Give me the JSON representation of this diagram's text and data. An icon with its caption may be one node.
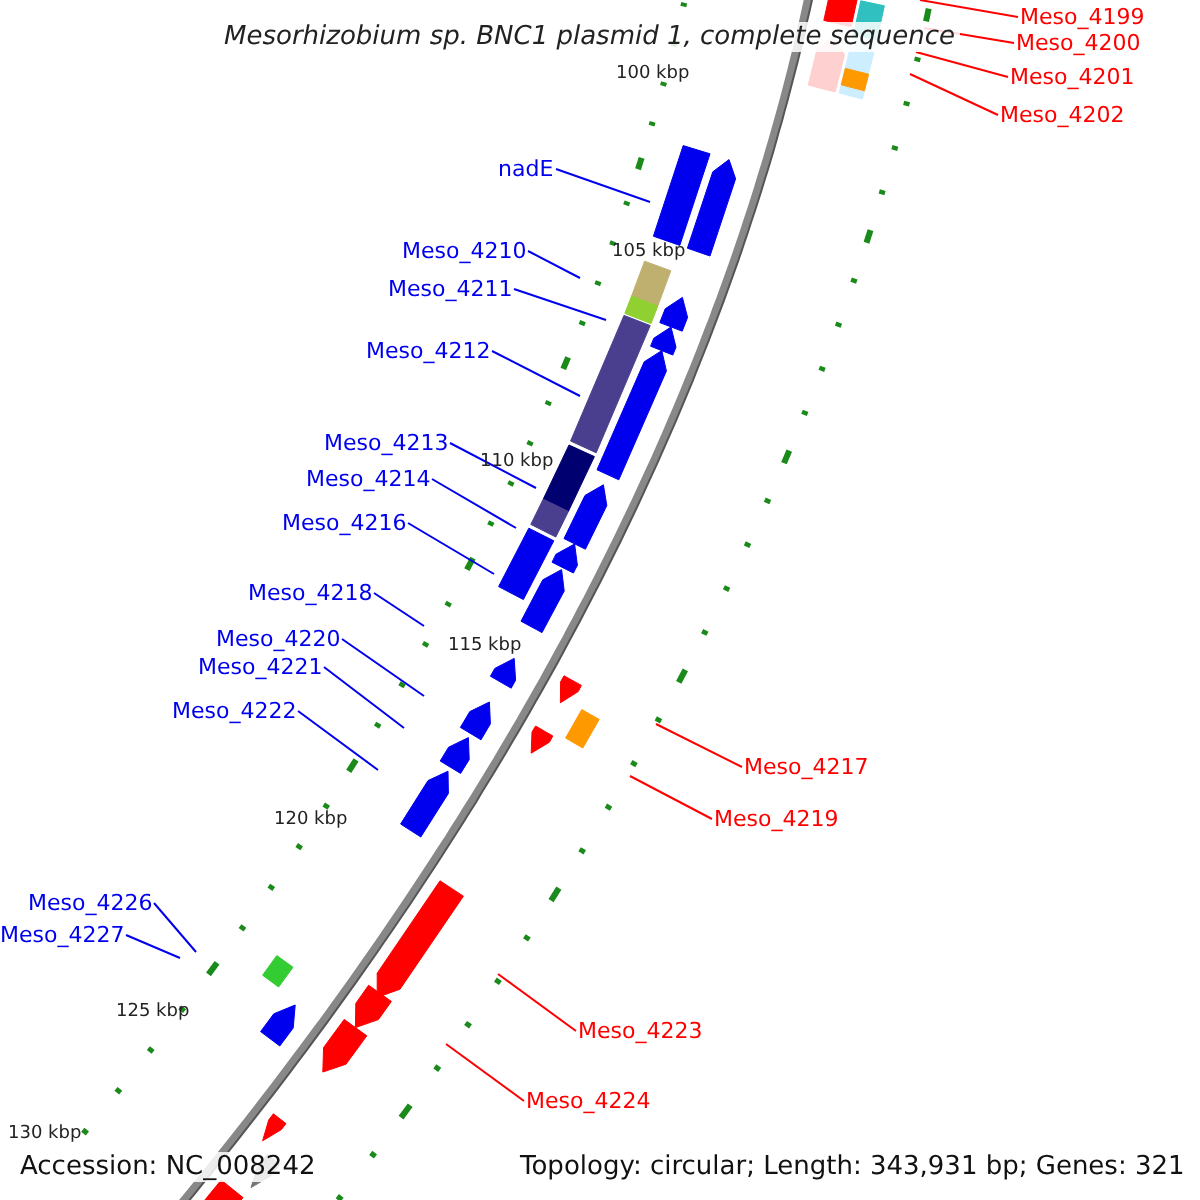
{
  "diagram": {
    "title": "Mesorhizobium sp. BNC1 plasmid 1, complete sequence",
    "nodes": [
      {
        "text": [
          "Meso_4199"
        ]
      },
      {
        "text": [
          "Meso_4200"
        ]
      },
      {
        "text": [
          "Meso_4201"
        ]
      },
      {
        "text": [
          "Meso_4202"
        ]
      },
      {
        "text": [
          "nadE"
        ]
      },
      {
        "text": [
          "Meso_4210"
        ]
      },
      {
        "text": [
          "Meso_4211"
        ]
      },
      {
        "text": [
          "Meso_4212"
        ]
      },
      {
        "text": [
          "Meso_4213"
        ]
      },
      {
        "text": [
          "Meso_4214"
        ]
      },
      {
        "text": [
          "Meso_4216"
        ]
      },
      {
        "text": [
          "Meso_4218"
        ]
      },
      {
        "text": [
          "Meso_4220"
        ]
      },
      {
        "text": [
          "Meso_4221"
        ]
      },
      {
        "text": [
          "Meso_4222"
        ]
      },
      {
        "text": [
          "Meso_4217"
        ]
      },
      {
        "text": [
          "Meso_4219"
        ]
      },
      {
        "text": [
          "Meso_4226"
        ]
      },
      {
        "text": [
          "Meso_4227"
        ]
      },
      {
        "text": [
          "Meso_4223"
        ]
      },
      {
        "text": [
          "Meso_4224"
        ]
      }
    ],
    "edges": [
      {
        "from": 0,
        "to": null,
        "arrow": "none",
        "color": "#ff0000"
      },
      {
        "from": 1,
        "to": null,
        "arrow": "none",
        "color": "#ff0000"
      },
      {
        "from": 2,
        "to": null,
        "arrow": "none",
        "color": "#ff0000"
      },
      {
        "from": 3,
        "to": null,
        "arrow": "none",
        "color": "#ff0000"
      },
      {
        "from": 4,
        "to": null,
        "arrow": "none"
      },
      {
        "from": 5,
        "to": null,
        "arrow": "none"
      },
      {
        "from": 6,
        "to": null,
        "arrow": "none"
      },
      {
        "from": 7,
        "to": null,
        "arrow": "none"
      },
      {
        "from": 8,
        "to": null,
        "arrow": "none"
      },
      {
        "from": 9,
        "to": null,
        "arrow": "none"
      },
      {
        "from": 10,
        "to": null,
        "arrow": "none"
      },
      {
        "from": 11,
        "to": null,
        "arrow": "none"
      },
      {
        "from": 12,
        "to": null,
        "arrow": "none"
      },
      {
        "from": 13,
        "to": null,
        "arrow": "none"
      },
      {
        "from": 14,
        "to": null,
        "arrow": "none"
      },
      {
        "from": 15,
        "to": null,
        "arrow": "none",
        "color": "#ff0000"
      },
      {
        "from": 16,
        "to": null,
        "arrow": "none",
        "color": "#ff0000"
      },
      {
        "from": 17,
        "to": null,
        "arrow": "none"
      },
      {
        "from": 18,
        "to": null,
        "arrow": "none"
      },
      {
        "from": 19,
        "to": null,
        "arrow": "none",
        "color": "#ff0000"
      },
      {
        "from": 20,
        "to": null,
        "arrow": "none",
        "color": "#ff0000"
      }
    ],
    "labels": [
      "100 kbp",
      "105 kbp",
      "110 kbp",
      "115 kbp",
      "120 kbp",
      "125 kbp",
      "130 kbp",
      "Accession: NC_008242",
      "Topology: circular; Length: 343,931 bp; Genes: 321"
    ]
  }
}
